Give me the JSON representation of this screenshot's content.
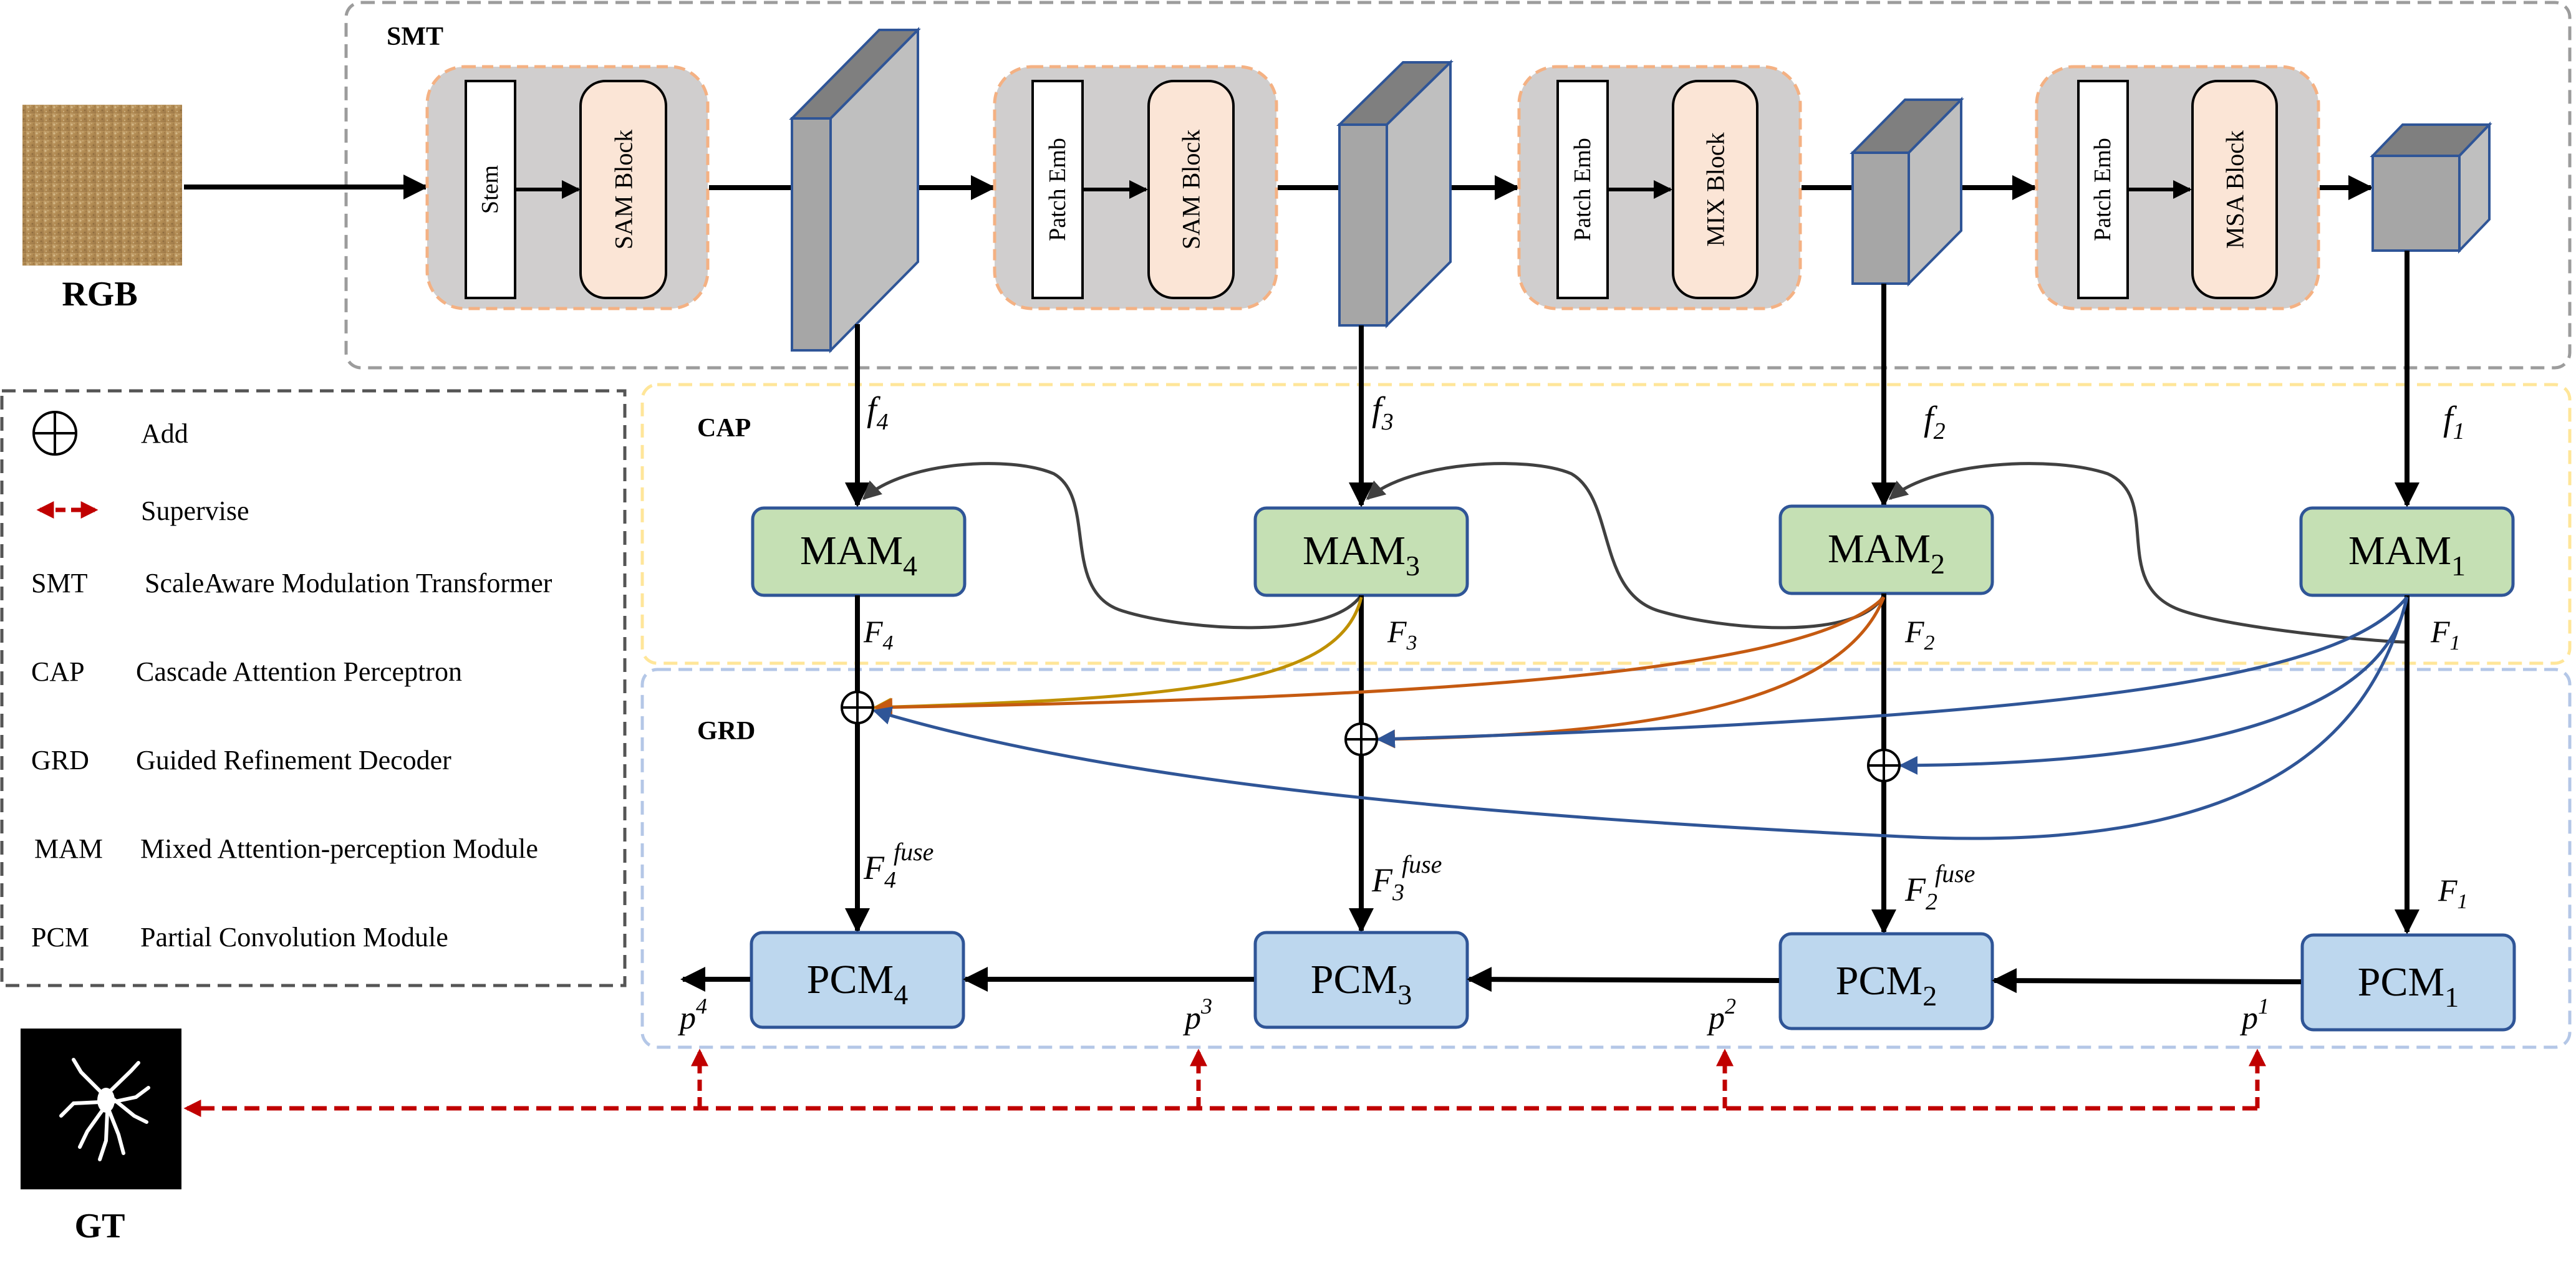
{
  "sections": {
    "smt": "SMT",
    "cap": "CAP",
    "grd": "GRD"
  },
  "io": {
    "rgb": "RGB",
    "gt": "GT"
  },
  "stages": [
    {
      "pre": "Stem",
      "block": "SAM Block"
    },
    {
      "pre": "Patch Emb",
      "block": "SAM Block"
    },
    {
      "pre": "Patch Emb",
      "block": "MIX Block"
    },
    {
      "pre": "Patch Emb",
      "block": "MSA Block"
    }
  ],
  "mam": [
    {
      "base": "MAM",
      "sub": "4"
    },
    {
      "base": "MAM",
      "sub": "3"
    },
    {
      "base": "MAM",
      "sub": "2"
    },
    {
      "base": "MAM",
      "sub": "1"
    }
  ],
  "pcm": [
    {
      "base": "PCM",
      "sub": "4"
    },
    {
      "base": "PCM",
      "sub": "3"
    },
    {
      "base": "PCM",
      "sub": "2"
    },
    {
      "base": "PCM",
      "sub": "1"
    }
  ],
  "features": {
    "f": [
      {
        "base": "f",
        "sub": "4"
      },
      {
        "base": "f",
        "sub": "3"
      },
      {
        "base": "f",
        "sub": "2"
      },
      {
        "base": "f",
        "sub": "1"
      }
    ],
    "F": [
      {
        "base": "F",
        "sub": "4"
      },
      {
        "base": "F",
        "sub": "3"
      },
      {
        "base": "F",
        "sub": "2"
      },
      {
        "base": "F",
        "sub": "1"
      }
    ],
    "fuse": [
      {
        "base": "F",
        "sub": "4",
        "sup": "fuse"
      },
      {
        "base": "F",
        "sub": "3",
        "sup": "fuse"
      },
      {
        "base": "F",
        "sub": "2",
        "sup": "fuse"
      }
    ],
    "f1_out": {
      "base": "F",
      "sub": "1"
    },
    "p": [
      {
        "base": "p",
        "sup": "4"
      },
      {
        "base": "p",
        "sup": "3"
      },
      {
        "base": "p",
        "sup": "2"
      },
      {
        "base": "p",
        "sup": "1"
      }
    ]
  },
  "legend": [
    {
      "key": "",
      "text": "Add"
    },
    {
      "key": "",
      "text": "Supervise"
    },
    {
      "key": "SMT",
      "text": "ScaleAware Modulation Transformer"
    },
    {
      "key": "CAP",
      "text": "Cascade Attention Perceptron"
    },
    {
      "key": "GRD",
      "text": "Guided Refinement Decoder"
    },
    {
      "key": "MAM",
      "text": "Mixed Attention-perception Module"
    },
    {
      "key": "PCM",
      "text": "Partial Convolution Module"
    }
  ],
  "colors": {
    "mam_fill": "#c5e0b4",
    "pcm_fill": "#bdd7ee",
    "block_fill": "#fbe5d6",
    "stage_fill": "#d0cece",
    "border_blue": "#2f5597",
    "orange_dash": "#f4b183",
    "yellow_dash": "#ffe699",
    "blue_dash": "#b4c7e7",
    "supervise_red": "#c00000",
    "gold_arrow": "#bf9000",
    "orange_arrow": "#c55a11",
    "blue_arrow": "#2f5597"
  }
}
